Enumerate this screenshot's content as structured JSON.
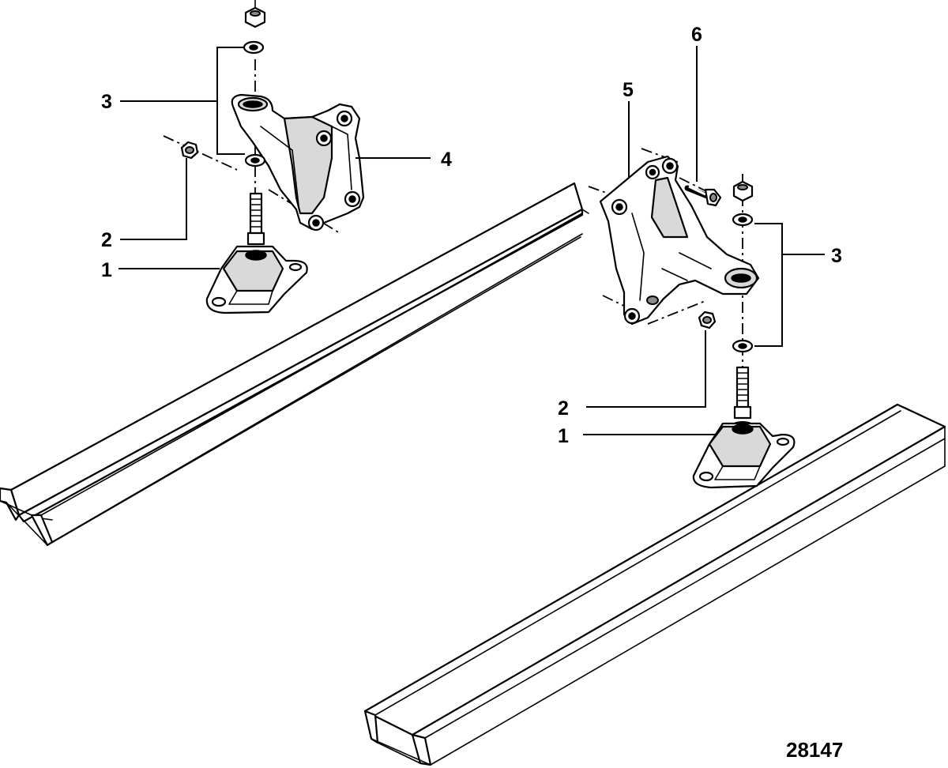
{
  "callouts": {
    "left": {
      "mount": "1",
      "nut": "2",
      "washers": "3",
      "bracket": "4"
    },
    "right": {
      "bracket": "5",
      "bolt": "6",
      "washers": "3",
      "nut": "2",
      "mount": "1"
    }
  },
  "figure_number": "28147"
}
